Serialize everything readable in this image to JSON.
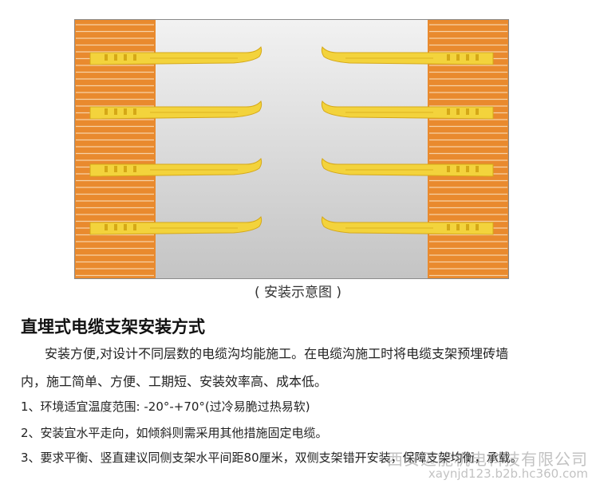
{
  "diagram": {
    "caption": "( 安装示意图 )",
    "colors": {
      "brick": "#e98a2e",
      "brick_line": "#f7d2a6",
      "trench_light": "#f2f2f2",
      "trench_dark": "#c4c4c4",
      "bracket": "#f3d33c",
      "bracket_edge": "#d5a817",
      "border": "#8a8a8a"
    }
  },
  "article": {
    "heading": "直埋式电缆支架安装方式",
    "paragraph_line1": "安装方便,对设计不同层数的电缆沟均能施工。在电缆沟施工时将电缆支架预埋砖墙",
    "paragraph_line2": "内，施工简单、方便、工期短、安装效率高、成本低。",
    "items": [
      "1、环境适宜温度范围: -20°-+70°(过冷易脆过热易软)",
      "2、安装宜水平走向，如倾斜则需采用其他措施固定电缆。",
      "3、要求平衡、竖直建议同侧支架水平间距80厘米，双侧支架错开安装，保障支架均衡，承载。"
    ]
  },
  "watermark": {
    "line1": "西安迈能机电科技有限公司",
    "line2": "xaynjd123.b2b.hc360.com"
  }
}
